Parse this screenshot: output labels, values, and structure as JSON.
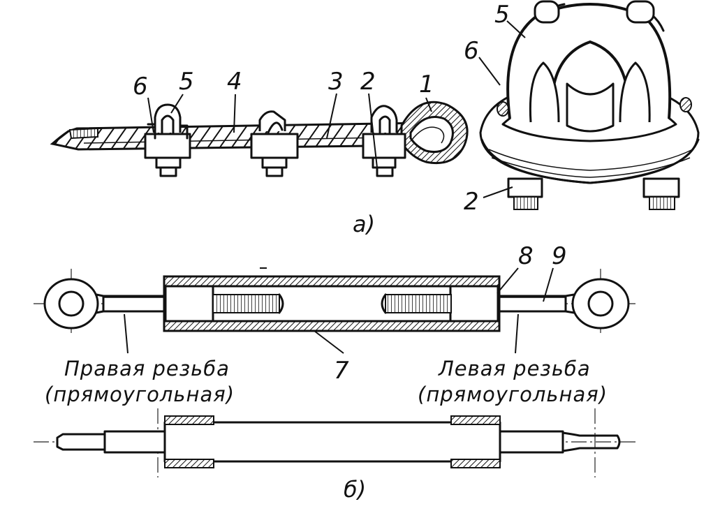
{
  "figure_a": {
    "caption": "а)",
    "labels": {
      "n1": "1",
      "n2": "2",
      "n3": "3",
      "n4": "4",
      "n5": "5",
      "n6": "6",
      "detail_n5": "5",
      "detail_n6": "6",
      "detail_n2": "2"
    }
  },
  "figure_b": {
    "caption": "б)",
    "labels": {
      "n7": "7",
      "n8": "8",
      "n9": "9"
    },
    "right_thread": {
      "line1": "Правая резьба",
      "line2": "(прямоугольная)"
    },
    "left_thread": {
      "line1": "Левая резьба",
      "line2": "(прямоугольная)"
    }
  }
}
